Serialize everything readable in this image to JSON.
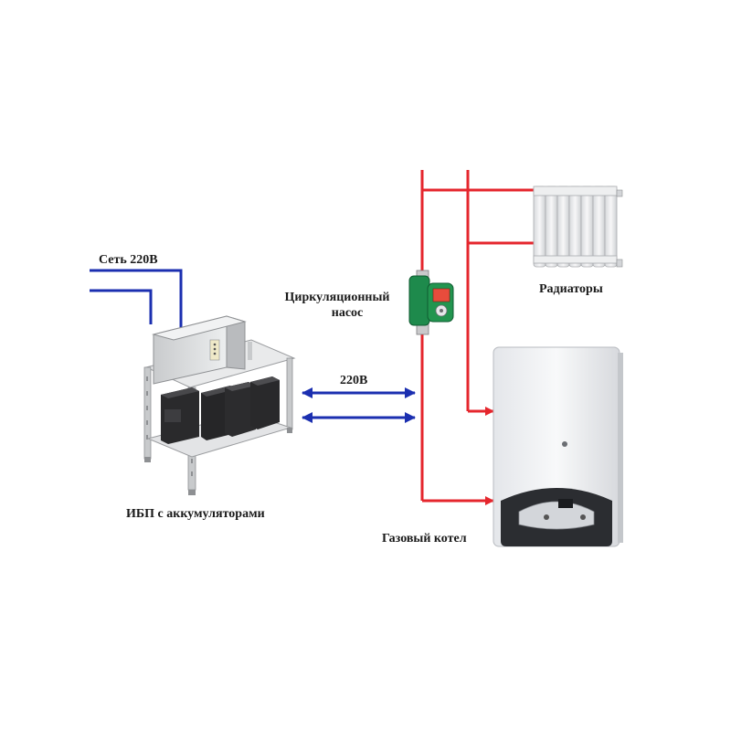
{
  "labels": {
    "mains": "Сеть 220В",
    "pump_line1": "Циркуляционный",
    "pump_line2": "насос",
    "radiators": "Радиаторы",
    "voltage": "220В",
    "ups": "ИБП с аккумуляторами",
    "boiler": "Газовый котел"
  },
  "colors": {
    "hot_pipe": "#e5262d",
    "power_cable": "#1b2fb0",
    "boiler_body": "#f2f3f5",
    "boiler_panel": "#2b2d31",
    "pump_green": "#1e8a4c",
    "radiator": "#e9eaec",
    "ups_case": "#d9dbdd",
    "battery": "#2a2a2c"
  },
  "icons": [
    "ups-battery-rack-icon",
    "circulation-pump-icon",
    "radiator-icon",
    "gas-boiler-icon"
  ]
}
